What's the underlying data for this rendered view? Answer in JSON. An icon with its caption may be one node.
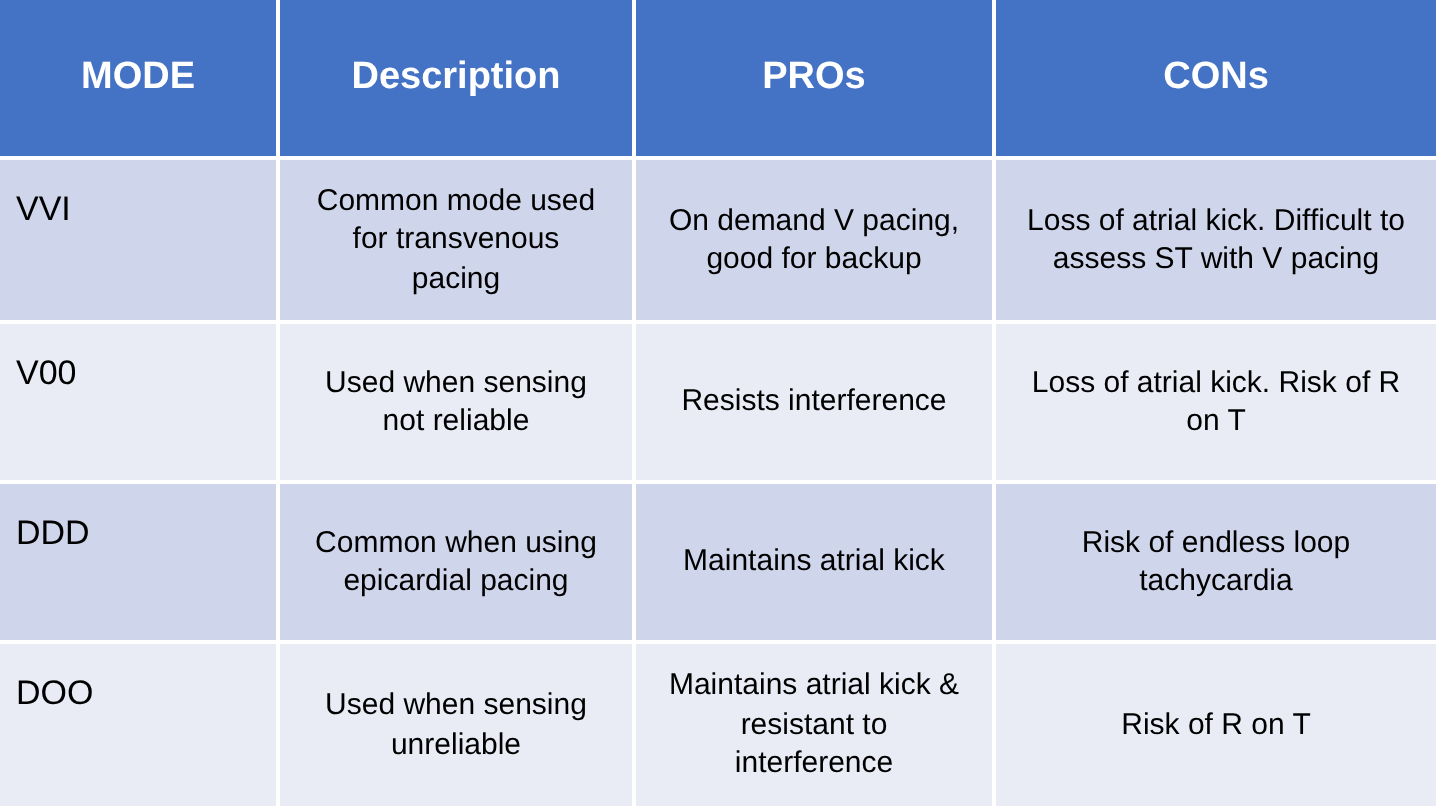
{
  "diagram": {
    "labels": [
      "MODE",
      "Description",
      "PROs",
      "CONs",
      "VVI",
      "Common mode used for transvenous pacing",
      "On demand V pacing, good for backup",
      "Loss of atrial kick. Difficult to assess ST with V pacing",
      "V00",
      "Used when sensing not reliable",
      "Resists interference",
      "Loss of atrial kick. Risk of R on T",
      "DDD",
      "Common when using epicardial pacing",
      "Maintains atrial kick",
      "Risk of endless loop tachycardia",
      "DOO",
      "Used when sensing unreliable",
      "Maintains atrial kick & resistant to interference",
      "Risk of R on T"
    ]
  }
}
